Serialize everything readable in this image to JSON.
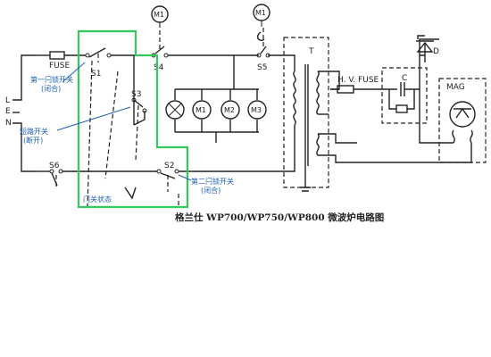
{
  "title": "格兰仕 WP700/WP750/WP800 微波炉电路图",
  "terminals": {
    "l": "L",
    "e": "E",
    "n": "N"
  },
  "components": {
    "fuse": "FUSE",
    "hv_fuse": "H. V. FUSE",
    "s1": "S1",
    "s2": "S2",
    "s3": "S3",
    "s4": "S4",
    "s5": "S5",
    "s6": "S6",
    "m1_top_a": "M1",
    "m1_top_b": "M1",
    "m1": "M1",
    "m2": "M2",
    "m3": "M3",
    "transformer": "T",
    "capacitor": "C",
    "diode": "D",
    "magnetron": "MAG"
  },
  "annotations": {
    "first_lock_title": "第一闩锁开关",
    "first_lock_state": "(闭合)",
    "short_switch_title": "短路开关",
    "short_switch_state": "(断开)",
    "second_lock_title": "第二闩锁开关",
    "second_lock_state": "(闭合)",
    "door_state": "门关状态"
  },
  "colors": {
    "highlight": "#34c759",
    "annotation": "#1a5fb4",
    "line": "#222222"
  }
}
